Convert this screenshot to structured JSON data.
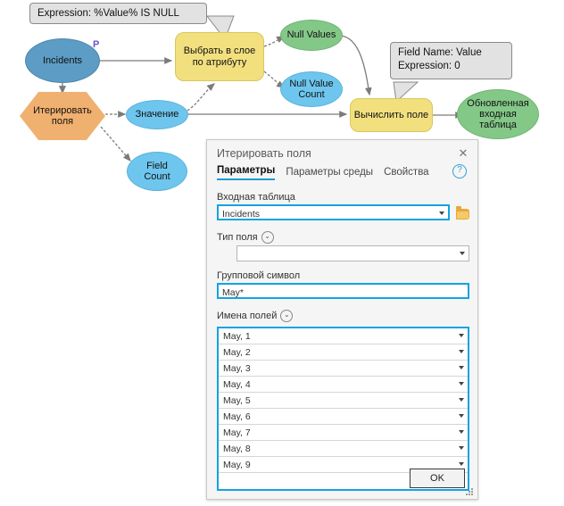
{
  "diagram": {
    "nodes": [
      {
        "id": "incidents",
        "label": "Incidents",
        "shape": "ellipse",
        "color": "#5d9cc4"
      },
      {
        "id": "iterate-fields",
        "label": "Итерировать\nполя",
        "shape": "hexagon",
        "color": "#f0b070"
      },
      {
        "id": "value",
        "label": "Значение",
        "shape": "ellipse",
        "color": "#6ec6ee"
      },
      {
        "id": "field-count",
        "label": "Field\nCount",
        "shape": "ellipse",
        "color": "#6ec6ee"
      },
      {
        "id": "select-layer-by-attribute",
        "label": "Выбрать в слое\nпо атрибуту",
        "shape": "rounded-rect",
        "color": "#f2e07e"
      },
      {
        "id": "null-values",
        "label": "Null Values",
        "shape": "ellipse",
        "color": "#84c888"
      },
      {
        "id": "null-value-count",
        "label": "Null Value\nCount",
        "shape": "ellipse",
        "color": "#6ec6ee"
      },
      {
        "id": "calculate-field",
        "label": "Вычислить поле",
        "shape": "rounded-rect",
        "color": "#f2e07e"
      },
      {
        "id": "updated-input-table",
        "label": "Обновленная\nвходная\nтаблица",
        "shape": "ellipse",
        "color": "#84c888"
      }
    ],
    "precondition_label": "P",
    "callouts": [
      {
        "id": "expression-callout",
        "text": "Expression: %Value% IS NULL"
      },
      {
        "id": "calculate-callout",
        "text": "Field Name: Value\nExpression: 0"
      }
    ]
  },
  "dialog": {
    "title": "Итерировать поля",
    "close_label": "✕",
    "help_label": "?",
    "tabs": [
      {
        "label": "Параметры",
        "active": true
      },
      {
        "label": "Параметры среды",
        "active": false
      },
      {
        "label": "Свойства",
        "active": false
      }
    ],
    "fields": {
      "input_table": {
        "label": "Входная таблица",
        "value": "Incidents"
      },
      "field_type": {
        "label": "Тип поля",
        "value": ""
      },
      "wildcard": {
        "label": "Групповой символ",
        "value": "May*"
      },
      "field_names": {
        "label": "Имена полей",
        "values": [
          "May, 1",
          "May, 2",
          "May, 3",
          "May, 4",
          "May, 5",
          "May, 6",
          "May, 7",
          "May, 8",
          "May, 9",
          ""
        ]
      }
    },
    "ok_label": "OK"
  },
  "colors": {
    "accent": "#14a3e0",
    "tab_underline": "#1d9bd7",
    "callout_bg": "#e2e2e2",
    "dialog_bg": "#f5f5f5",
    "precondition": "#6a57c8"
  }
}
